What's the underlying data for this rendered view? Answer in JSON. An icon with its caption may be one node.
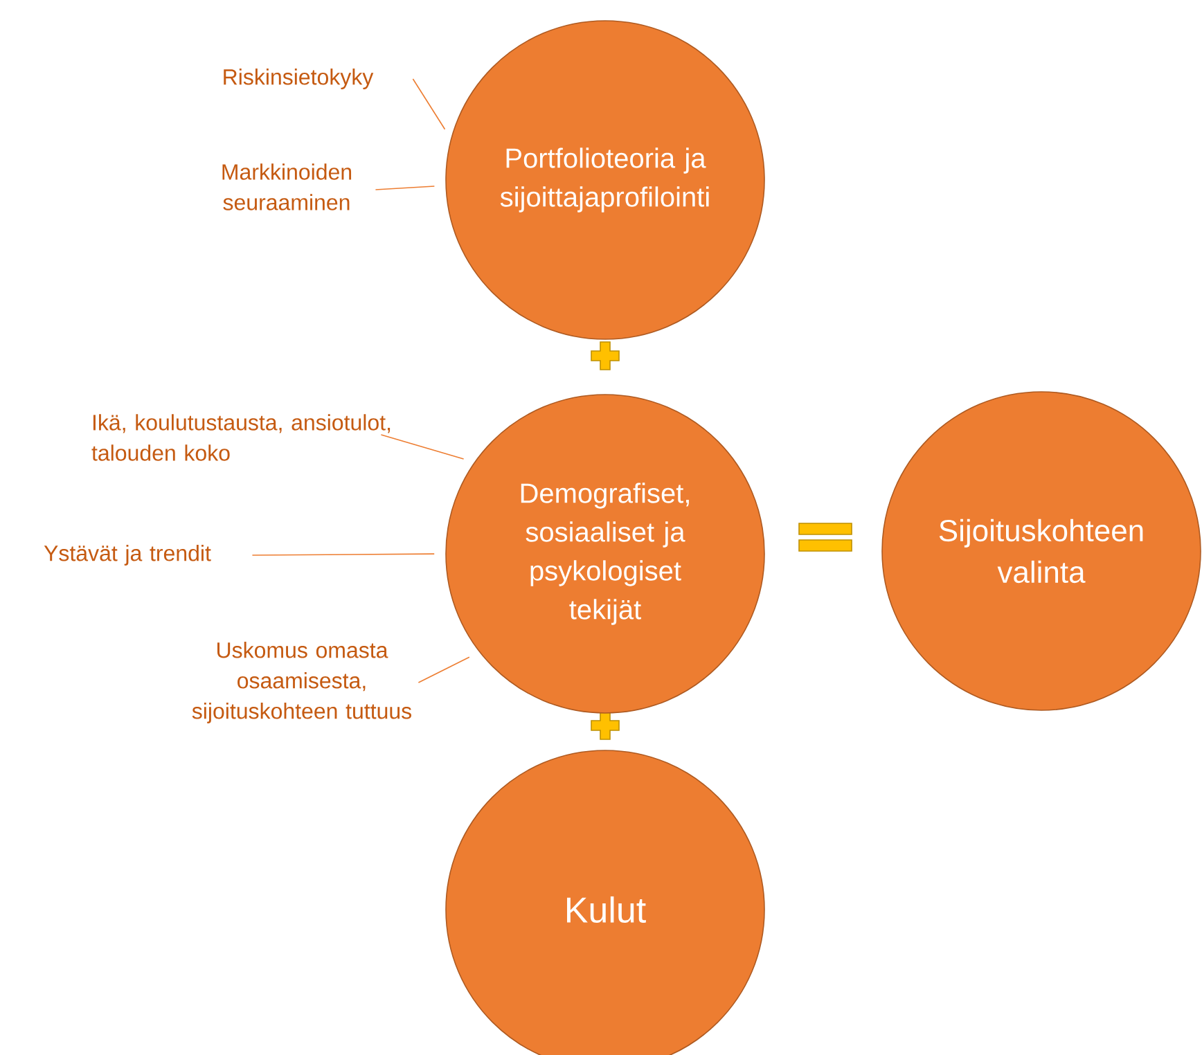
{
  "diagram": {
    "nodes": [
      {
        "text": [
          "Portfolioteoria ja sijoittajaprofilointi"
        ]
      },
      {
        "text": [
          "Demografiset, sosiaaliset ja psykologiset tekijät"
        ]
      },
      {
        "text": [
          "Sijoituskohteen valinta"
        ]
      },
      {
        "text": [
          "Kulut"
        ]
      },
      {
        "text": [
          "Riskinsietokyky"
        ]
      },
      {
        "text": [
          "Markkinoiden seuraaminen"
        ]
      },
      {
        "text": [
          "Ikä, koulutustausta, ansiotulot, talouden koko"
        ]
      },
      {
        "text": [
          "Ystävät ja trendit"
        ]
      },
      {
        "text": [
          "Uskomus omasta osaamisesta, sijoituskohteen tuttuus"
        ]
      }
    ],
    "edges": [
      {
        "from": 4,
        "to": 0,
        "arrow": "none"
      },
      {
        "from": 5,
        "to": 0,
        "arrow": "none"
      },
      {
        "from": 6,
        "to": 1,
        "arrow": "none"
      },
      {
        "from": 7,
        "to": 1,
        "arrow": "none"
      },
      {
        "from": 8,
        "to": 1,
        "arrow": "none"
      }
    ]
  }
}
